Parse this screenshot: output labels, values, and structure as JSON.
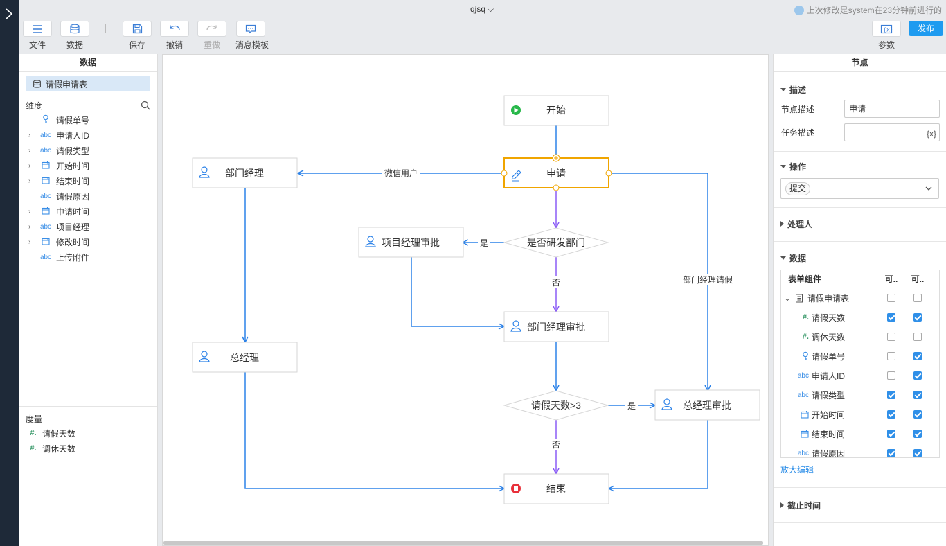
{
  "app": {
    "title": "qjsq",
    "last_modified": "上次修改是system在23分钟前进行的"
  },
  "toolbar": {
    "file_label": "文件",
    "data_label": "数据",
    "save_label": "保存",
    "undo_label": "撤销",
    "redo_label": "重做",
    "message_template_label": "消息模板",
    "params_label": "参数",
    "publish_label": "发布"
  },
  "left_panel": {
    "title": "数据",
    "table_name": "请假申请表",
    "dimension_label": "维度",
    "dimensions": [
      {
        "name": "请假单号",
        "icon": "key-icon",
        "expandable": false
      },
      {
        "name": "申请人ID",
        "icon": "abc",
        "expandable": true
      },
      {
        "name": "请假类型",
        "icon": "abc",
        "expandable": true
      },
      {
        "name": "开始时间",
        "icon": "calendar-icon",
        "expandable": true
      },
      {
        "name": "结束时间",
        "icon": "calendar-icon",
        "expandable": true
      },
      {
        "name": "请假原因",
        "icon": "abc",
        "expandable": false
      },
      {
        "name": "申请时间",
        "icon": "calendar-icon",
        "expandable": true
      },
      {
        "name": "项目经理",
        "icon": "abc",
        "expandable": true
      },
      {
        "name": "修改时间",
        "icon": "calendar-icon",
        "expandable": true
      },
      {
        "name": "上传附件",
        "icon": "abc",
        "expandable": false
      }
    ],
    "measure_label": "度量",
    "measures": [
      {
        "name": "请假天数",
        "icon": "number-icon"
      },
      {
        "name": "调休天数",
        "icon": "number-icon"
      }
    ]
  },
  "flow": {
    "nodes": {
      "start": "开始",
      "apply": "申请",
      "dept_manager": "部门经理",
      "rd_check": "是否研发部门",
      "project_review": "项目经理审批",
      "dept_review": "部门经理审批",
      "general_manager": "总经理",
      "days_check": "请假天数>3",
      "gm_review": "总经理审批",
      "end": "结束"
    },
    "edge_labels": {
      "wechat_user": "微信用户",
      "yes1": "是",
      "no1": "否",
      "yes2": "是",
      "no2": "否",
      "dept_manager_leave": "部门经理请假"
    },
    "colors": {
      "blue": "#2c82e8",
      "purple": "#8a5cf6",
      "selected": "#f0a500",
      "start_green": "#28b84a",
      "end_red": "#e8303a"
    }
  },
  "right_panel": {
    "title": "节点",
    "describe_section": "描述",
    "node_desc_label": "节点描述",
    "node_desc_value": "申请",
    "task_desc_label": "任务描述",
    "task_desc_value": "",
    "operation_section": "操作",
    "operation_value": "提交",
    "handler_section": "处理人",
    "data_section": "数据",
    "table_headers": [
      "表单组件",
      "可..",
      "可.."
    ],
    "form_table": "请假申请表",
    "form_fields": [
      {
        "name": "请假天数",
        "icon": "number-icon",
        "c1": true,
        "c2": true
      },
      {
        "name": "调休天数",
        "icon": "number-icon",
        "c1": false,
        "c2": false
      },
      {
        "name": "请假单号",
        "icon": "key-icon",
        "c1": false,
        "c2": true
      },
      {
        "name": "申请人ID",
        "icon": "abc",
        "c1": false,
        "c2": true
      },
      {
        "name": "请假类型",
        "icon": "abc",
        "c1": true,
        "c2": true
      },
      {
        "name": "开始时间",
        "icon": "calendar-icon",
        "c1": true,
        "c2": true
      },
      {
        "name": "结束时间",
        "icon": "calendar-icon",
        "c1": true,
        "c2": true
      },
      {
        "name": "请假原因",
        "icon": "abc",
        "c1": true,
        "c2": true
      }
    ],
    "enlarge_edit": "放大编辑",
    "deadline_section": "截止时间"
  }
}
